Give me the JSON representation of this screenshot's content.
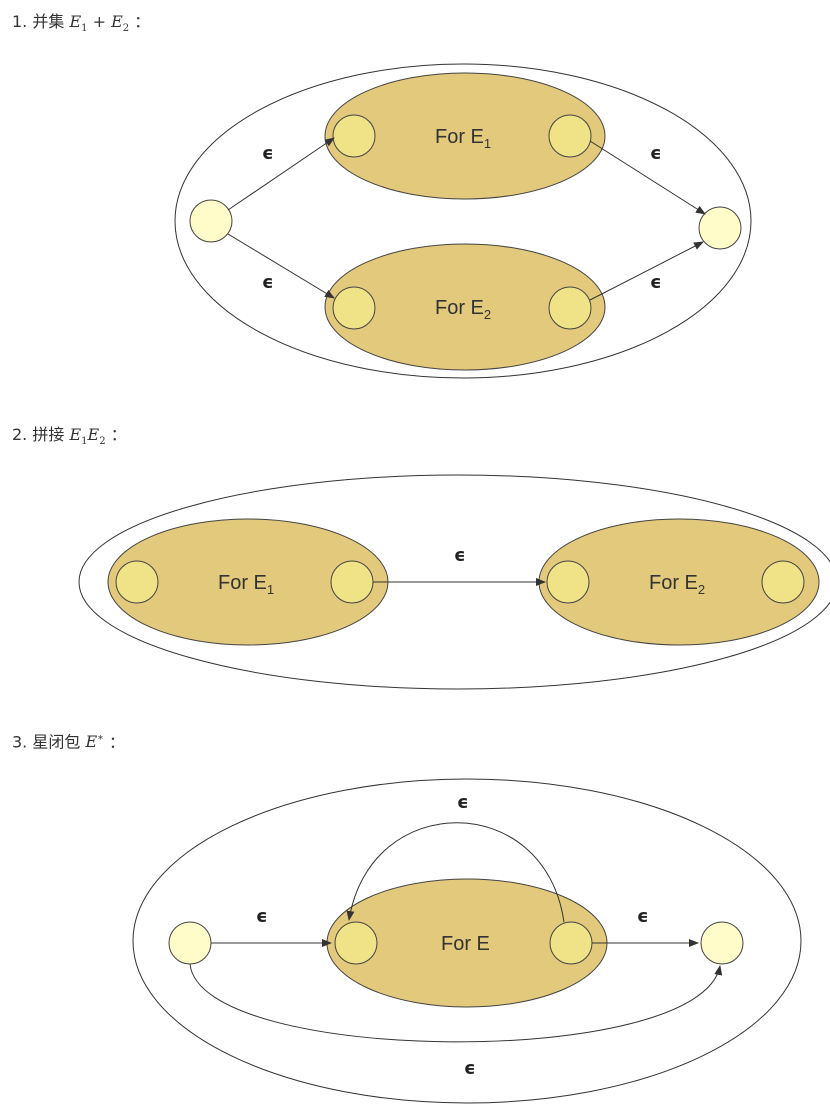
{
  "sections": [
    {
      "number": "1.",
      "title": "并集",
      "math_parts": [
        "E",
        "1",
        " + ",
        "E",
        "2"
      ],
      "suffix": "：",
      "box_labels": [
        {
          "base": "For E",
          "sub": "1"
        },
        {
          "base": "For E",
          "sub": "2"
        }
      ],
      "edge_label": "ϵ"
    },
    {
      "number": "2.",
      "title": "拼接",
      "math_parts": [
        "E",
        "1",
        "E",
        "2"
      ],
      "suffix": "：",
      "box_labels": [
        {
          "base": "For E",
          "sub": "1"
        },
        {
          "base": "For E",
          "sub": "2"
        }
      ],
      "edge_label": "ϵ"
    },
    {
      "number": "3.",
      "title": "星闭包",
      "math_parts": [
        "E",
        "∗"
      ],
      "suffix": "：",
      "box_labels": [
        {
          "base": "For E",
          "sub": ""
        }
      ],
      "edge_label": "ϵ"
    }
  ],
  "colors": {
    "nfa_fill": "#e3c97b",
    "nfa_state_fill": "#f0e286",
    "outer_state_fill": "#fffcc9",
    "stroke": "#333333"
  }
}
